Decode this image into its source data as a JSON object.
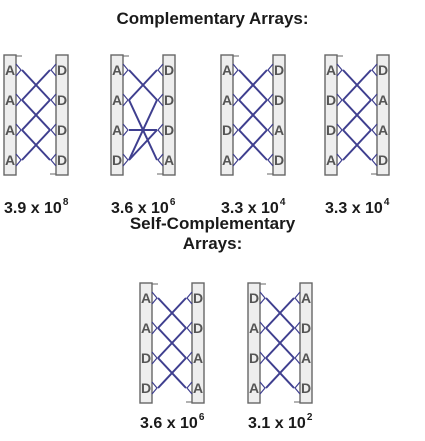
{
  "titles": {
    "complementary": "Complementary Arrays:",
    "self_complementary": "Self-Complementary Arrays:"
  },
  "colors": {
    "strand_fill": "#eeeeee",
    "strand_border": "#666666",
    "letter_color": "#555555",
    "link_color": "#3f3f8f"
  },
  "complementary_arrays": [
    {
      "left": [
        "A",
        "A",
        "A",
        "A"
      ],
      "right": [
        "D",
        "D",
        "D",
        "D"
      ],
      "links": [
        [
          0,
          1
        ],
        [
          1,
          0
        ],
        [
          1,
          2
        ],
        [
          2,
          1
        ],
        [
          2,
          3
        ],
        [
          3,
          2
        ]
      ],
      "count_base": "3.9 x 10",
      "count_exp": "8"
    },
    {
      "left": [
        "A",
        "A",
        "A",
        "D"
      ],
      "right": [
        "D",
        "D",
        "D",
        "A"
      ],
      "links": [
        [
          0,
          1
        ],
        [
          1,
          0
        ],
        [
          1,
          3
        ],
        [
          3,
          1
        ],
        [
          3,
          2
        ],
        [
          2,
          2
        ]
      ],
      "count_base": "3.6 x 10",
      "count_exp": "6"
    },
    {
      "left": [
        "A",
        "A",
        "D",
        "A"
      ],
      "right": [
        "D",
        "D",
        "A",
        "D"
      ],
      "links": [
        [
          0,
          1
        ],
        [
          1,
          0
        ],
        [
          1,
          2
        ],
        [
          2,
          1
        ],
        [
          2,
          3
        ],
        [
          3,
          2
        ]
      ],
      "count_base": "3.3 x 10",
      "count_exp": "4"
    },
    {
      "left": [
        "A",
        "D",
        "D",
        "A"
      ],
      "right": [
        "D",
        "A",
        "A",
        "D"
      ],
      "links": [
        [
          0,
          1
        ],
        [
          1,
          0
        ],
        [
          1,
          2
        ],
        [
          2,
          1
        ],
        [
          2,
          3
        ],
        [
          3,
          2
        ]
      ],
      "count_base": "3.3 x 10",
      "count_exp": "4"
    }
  ],
  "self_complementary_arrays": [
    {
      "left": [
        "A",
        "A",
        "D",
        "D"
      ],
      "right": [
        "D",
        "D",
        "A",
        "A"
      ],
      "links": [
        [
          0,
          1
        ],
        [
          1,
          0
        ],
        [
          1,
          2
        ],
        [
          2,
          1
        ],
        [
          2,
          3
        ],
        [
          3,
          2
        ]
      ],
      "count_base": "3.6 x 10",
      "count_exp": "6"
    },
    {
      "left": [
        "D",
        "A",
        "D",
        "A"
      ],
      "right": [
        "A",
        "D",
        "A",
        "D"
      ],
      "links": [
        [
          0,
          1
        ],
        [
          1,
          0
        ],
        [
          1,
          2
        ],
        [
          2,
          1
        ],
        [
          2,
          3
        ],
        [
          3,
          2
        ]
      ],
      "count_base": "3.1 x 10",
      "count_exp": "2"
    }
  ]
}
